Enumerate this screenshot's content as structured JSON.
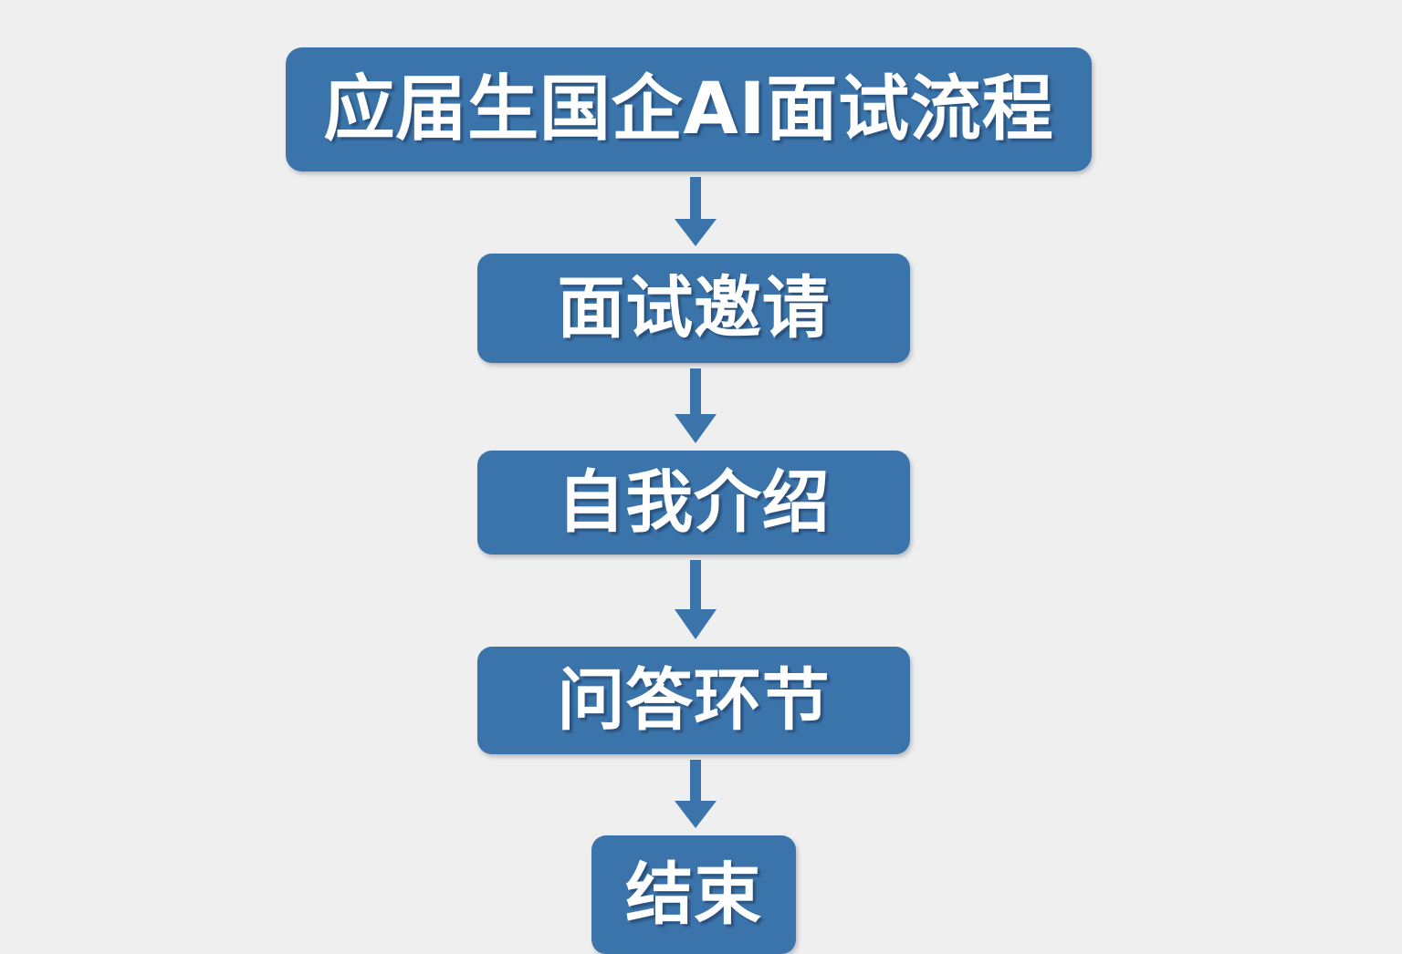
{
  "canvas": {
    "background_color": "#efefef",
    "node_color": "#3b74ab",
    "node_text_color": "#ffffff",
    "arrow_color": "#3b74ab"
  },
  "chart_data": {
    "type": "diagram",
    "diagram_type": "flowchart",
    "orientation": "top-to-bottom",
    "title": "应届生国企AI面试流程",
    "nodes": [
      {
        "id": "title",
        "label": "应届生国企AI面试流程",
        "role": "title"
      },
      {
        "id": "invite",
        "label": "面试邀请",
        "role": "step"
      },
      {
        "id": "selfintro",
        "label": "自我介绍",
        "role": "step"
      },
      {
        "id": "qa",
        "label": "问答环节",
        "role": "step"
      },
      {
        "id": "end",
        "label": "结束",
        "role": "terminator"
      }
    ],
    "edges": [
      {
        "from": "title",
        "to": "invite",
        "marker": "arrow-down"
      },
      {
        "from": "invite",
        "to": "selfintro",
        "marker": "arrow-down"
      },
      {
        "from": "selfintro",
        "to": "qa",
        "marker": "arrow-down"
      },
      {
        "from": "qa",
        "to": "end",
        "marker": "arrow-down"
      }
    ]
  },
  "nodes": {
    "title": {
      "label": "应届生国企AI面试流程"
    },
    "invite": {
      "label": "面试邀请"
    },
    "selfintro": {
      "label": "自我介绍"
    },
    "qa": {
      "label": "问答环节"
    },
    "end": {
      "label": "结束"
    }
  }
}
